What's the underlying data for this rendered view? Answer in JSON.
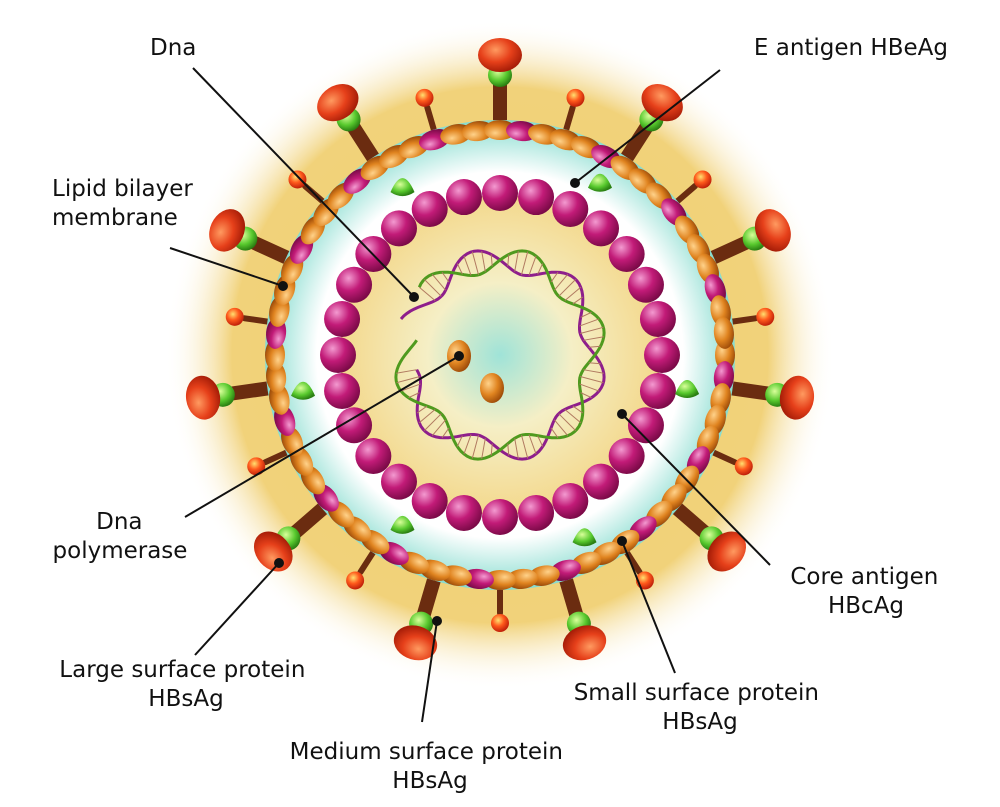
{
  "diagram": {
    "colors": {
      "outer_glow": "#e9c868",
      "membrane_orange": "#e0801c",
      "membrane_magenta": "#c2186e",
      "core_magenta": "#b01468",
      "stalk_brown": "#6b2c10",
      "cap_red": "#e0401c",
      "cap_green": "#4fc12a",
      "core_teal": "#9ee6dc",
      "dna_purple": "#8e1e8c",
      "dna_green": "#4f9a1e"
    },
    "labels": {
      "dna": {
        "lines": [
          "Dna"
        ],
        "icon": "dna-strand"
      },
      "e_antigen": {
        "lines": [
          "E antigen HBeAg"
        ],
        "icon": "green-droplet"
      },
      "lipid": {
        "lines": [
          "Lipid bilayer",
          "membrane"
        ],
        "icon": "orange-bead"
      },
      "polymerase": {
        "lines": [
          "Dna",
          "polymerase"
        ],
        "icon": "orange-bean"
      },
      "core_antigen": {
        "lines": [
          "Core antigen",
          "HBcAg"
        ],
        "icon": "magenta-sphere"
      },
      "large_surface": {
        "lines": [
          "Large surface protein",
          "HBsAg"
        ],
        "icon": "red-cap"
      },
      "medium_surface": {
        "lines": [
          "Medium surface protein",
          "HBsAg"
        ],
        "icon": "red-dot"
      },
      "small_surface": {
        "lines": [
          "Small surface protein",
          "HBsAg"
        ],
        "icon": "magenta-bead"
      }
    }
  }
}
